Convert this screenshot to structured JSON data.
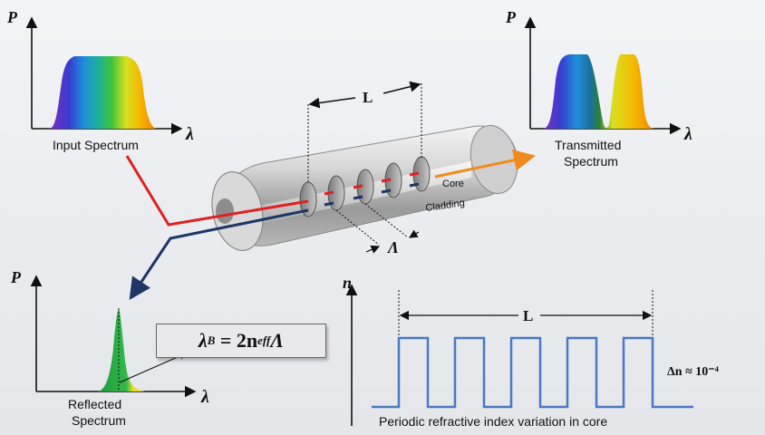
{
  "labels": {
    "input_spectrum": "Input Spectrum",
    "transmitted_line1": "Transmitted",
    "transmitted_line2": "Spectrum",
    "reflected_line1": "Reflected",
    "reflected_line2": "Spectrum",
    "core": "Core",
    "cladding": "Cladding",
    "grating_length": "L",
    "grating_period": "Λ",
    "index_caption": "Periodic refractive index variation in core",
    "index_length": "L",
    "delta_n": "Δn ≈ 10⁻⁴"
  },
  "axes": {
    "power": "P",
    "wavelength": "λ",
    "index": "n"
  },
  "equation": {
    "lhs": "λ",
    "lhs_sub": "B",
    "eq": " = 2n",
    "n_sub": "eff",
    "rhs": "Λ"
  },
  "colors": {
    "red_arrow": "#e02020",
    "blue_arrow": "#1f3566",
    "orange_arrow": "#f08a1c",
    "index_profile": "#4a78c2"
  },
  "index_profile": {
    "periods": 5
  }
}
